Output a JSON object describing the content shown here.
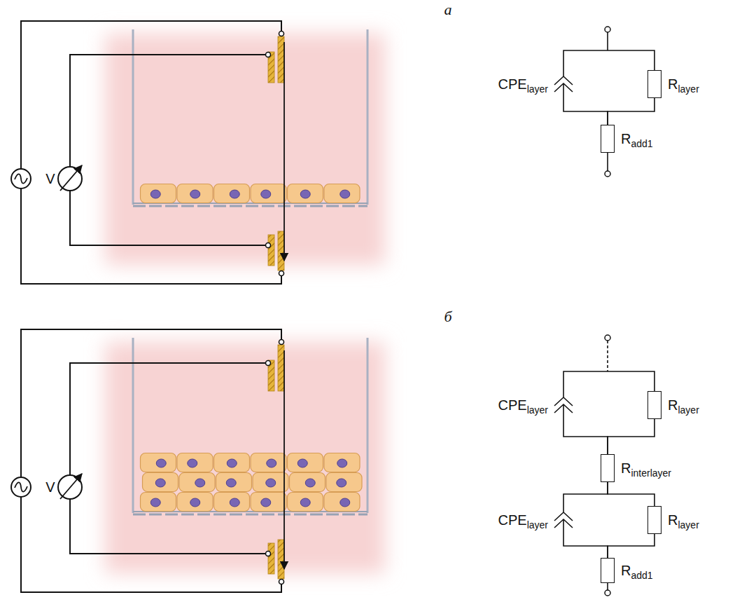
{
  "diagram": {
    "nodes": [
      {
        "text": [
          "CPE",
          "layer"
        ]
      },
      {
        "text": [
          "R",
          "layer"
        ]
      },
      {
        "text": [
          "R",
          "add1"
        ]
      },
      {
        "text": [
          "CPE",
          "layer"
        ]
      },
      {
        "text": [
          "R",
          "layer"
        ]
      },
      {
        "text": [
          "R",
          "interlayer"
        ]
      },
      {
        "text": [
          "CPE",
          "layer"
        ]
      },
      {
        "text": [
          "R",
          "layer"
        ]
      },
      {
        "text": [
          "R",
          "add1"
        ]
      }
    ],
    "edges": [
      {
        "from": 0,
        "to": 2,
        "arrow": "none"
      },
      {
        "from": 1,
        "to": 2,
        "arrow": "none"
      },
      {
        "from": 3,
        "to": 5,
        "arrow": "none"
      },
      {
        "from": 4,
        "to": 5,
        "arrow": "none"
      },
      {
        "from": 5,
        "to": 6,
        "arrow": "none"
      },
      {
        "from": 5,
        "to": 7,
        "arrow": "none"
      },
      {
        "from": 6,
        "to": 8,
        "arrow": "none"
      },
      {
        "from": 7,
        "to": 8,
        "arrow": "none"
      }
    ],
    "labels": [
      "а",
      "V",
      "б",
      "V"
    ]
  }
}
